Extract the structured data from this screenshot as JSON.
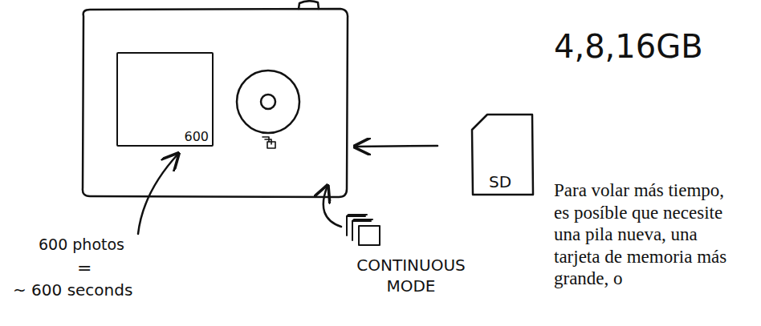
{
  "diagram": {
    "nodes": [
      {
        "text": [
          "600"
        ]
      },
      {
        "text": [
          "SD"
        ]
      }
    ],
    "labels": [
      "4,8,16GB",
      "Para volar más tiempo, es posíble que necesite una pila nueva, una tarjeta de memoria más grande, o",
      "600 photos",
      "=",
      "~ 600 seconds",
      "CONTINUOUS MODE"
    ]
  }
}
